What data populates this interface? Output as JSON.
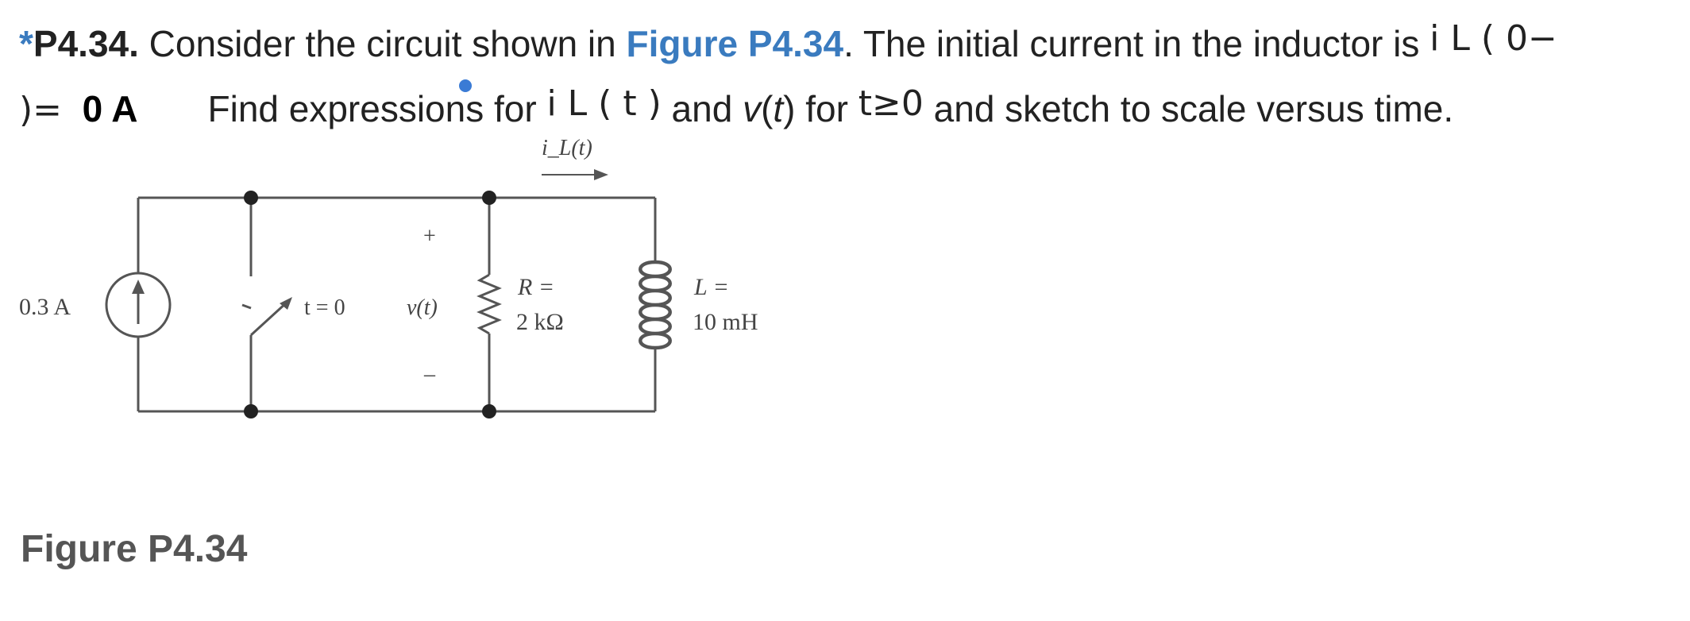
{
  "problem": {
    "star": "*",
    "number": "P4.34.",
    "text_consider": " Consider the circuit shown in ",
    "figure_link": "Figure P4.34",
    "text_initial": ". The initial current in the inductor is ",
    "math_iL0": "i L ( 0−",
    "math_close": ")=",
    "initial_value": "0 A",
    "text_find": "Find expressions for ",
    "math_iLt": "i L ( t )",
    "text_and": " and ",
    "v_var": "v",
    "paren_open": "(",
    "t_var": "t",
    "paren_close": ")",
    "text_for": " for ",
    "math_tge0": "t≥0",
    "text_sketch": " and sketch to scale versus time."
  },
  "circuit": {
    "source_label": "0.3 A",
    "current_label": "i_L(t)",
    "switch_label": "t = 0",
    "plus": "+",
    "minus": "–",
    "v_label": "v(t)",
    "r_label_1": "R =",
    "r_label_2": "2 kΩ",
    "l_label_1": "L =",
    "l_label_2": "10 mH"
  },
  "caption": "Figure P4.34"
}
